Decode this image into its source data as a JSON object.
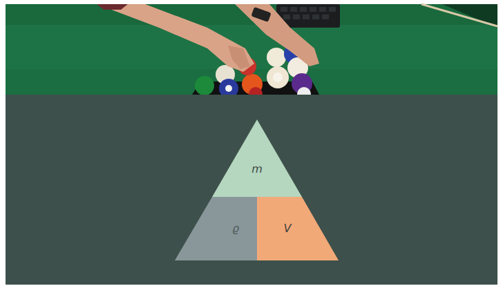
{
  "diagram": {
    "nodes": [
      {
        "text": [
          "m"
        ]
      },
      {
        "text": [
          "ϱ"
        ]
      },
      {
        "text": [
          "V"
        ]
      }
    ]
  }
}
